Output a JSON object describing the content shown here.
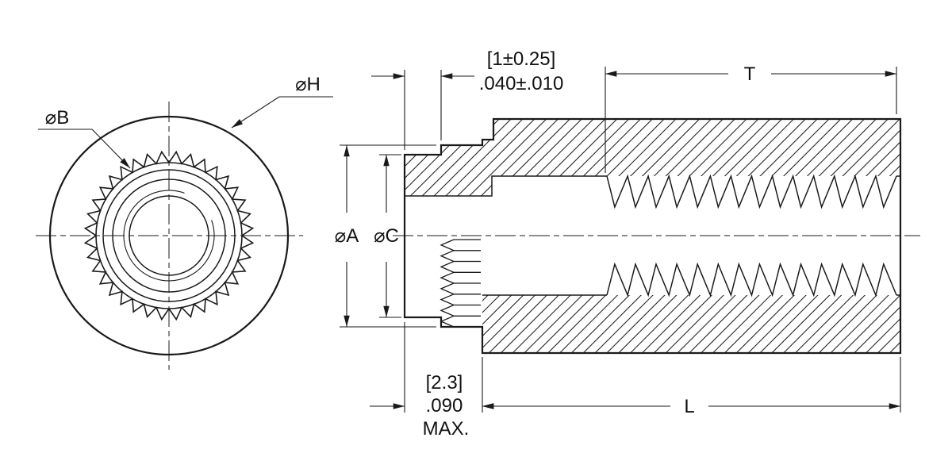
{
  "front_view": {
    "dia_h_label": "⌀H",
    "dia_b_label": "⌀B"
  },
  "side_view": {
    "head_height_metric": "[1±0.25]",
    "head_height_inch": ".040±.010",
    "thread_length_label": "T",
    "dia_a_label": "⌀A",
    "dia_c_label": "⌀C",
    "shank_metric": "[2.3]",
    "shank_inch": ".090",
    "shank_max": "MAX.",
    "length_label": "L"
  },
  "colors": {
    "line": "#1a1a1a",
    "background": "#ffffff"
  }
}
